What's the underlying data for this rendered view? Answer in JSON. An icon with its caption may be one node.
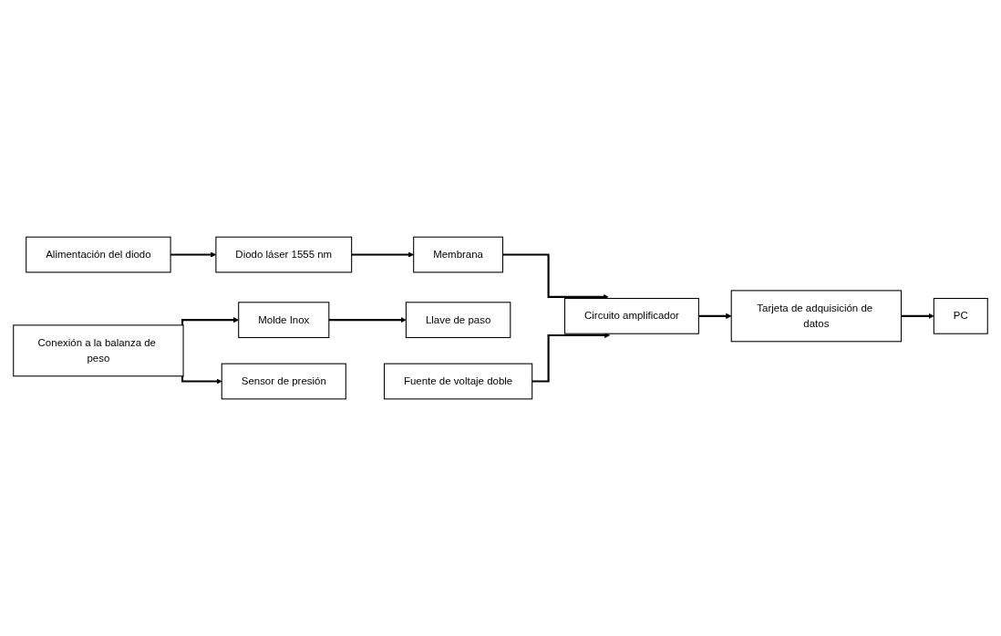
{
  "diagram": {
    "nodes": [
      {
        "text": [
          "Alimentación del diodo"
        ]
      },
      {
        "text": [
          "Diodo láser 1555 nm"
        ]
      },
      {
        "text": [
          "Membrana"
        ]
      },
      {
        "text": [
          "Molde Inox"
        ]
      },
      {
        "text": [
          "Llave de paso"
        ]
      },
      {
        "text": [
          "Conexión a la balanza de peso"
        ]
      },
      {
        "text": [
          "Sensor de presión"
        ]
      },
      {
        "text": [
          "Fuente de voltaje doble"
        ]
      },
      {
        "text": [
          "Circuito amplificador"
        ]
      },
      {
        "text": [
          "Tarjeta de adquisición de datos"
        ]
      },
      {
        "text": [
          "PC"
        ]
      }
    ],
    "edges": [
      {
        "from": 0,
        "to": 1,
        "arrow": "to"
      },
      {
        "from": 1,
        "to": 2,
        "arrow": "to"
      },
      {
        "from": 2,
        "to": 8,
        "arrow": "to"
      },
      {
        "from": 7,
        "to": 8,
        "arrow": "to"
      },
      {
        "from": 8,
        "to": 9,
        "arrow": "to"
      },
      {
        "from": 9,
        "to": 10,
        "arrow": "to"
      },
      {
        "from": 5,
        "to": 3,
        "arrow": "to"
      },
      {
        "from": 3,
        "to": 4,
        "arrow": "to"
      },
      {
        "from": 5,
        "to": 6,
        "arrow": "to"
      }
    ]
  }
}
